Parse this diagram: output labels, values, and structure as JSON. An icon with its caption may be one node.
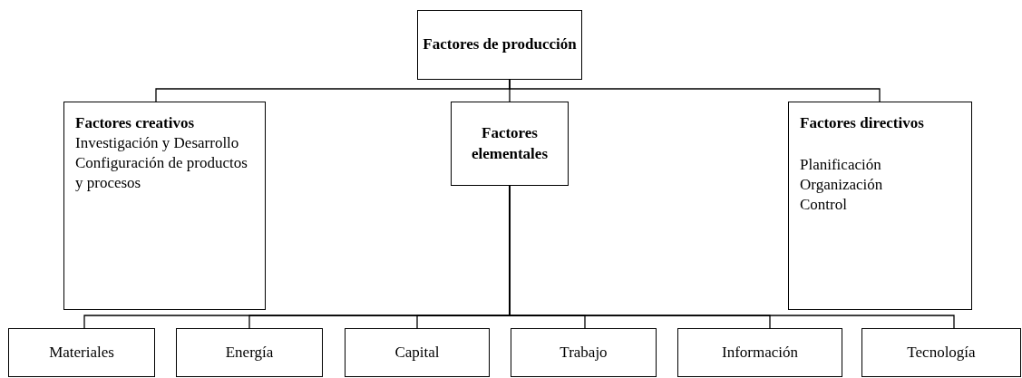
{
  "diagram": {
    "nodes": [
      {
        "text": [
          "Factores de producción"
        ]
      },
      {
        "text": [
          "Factores creativos",
          "Investigación y Desarrollo",
          "Configuración de productos y procesos"
        ]
      },
      {
        "text": [
          "Factores elementales"
        ]
      },
      {
        "text": [
          "Factores directivos",
          "Planificación",
          "Organización",
          "Control"
        ]
      },
      {
        "text": [
          "Materiales"
        ]
      },
      {
        "text": [
          "Energía"
        ]
      },
      {
        "text": [
          "Capital"
        ]
      },
      {
        "text": [
          "Trabajo"
        ]
      },
      {
        "text": [
          "Información"
        ]
      },
      {
        "text": [
          "Tecnología"
        ]
      }
    ],
    "edges": [
      {
        "from": 0,
        "to": 1,
        "arrow": "none"
      },
      {
        "from": 0,
        "to": 2,
        "arrow": "none"
      },
      {
        "from": 0,
        "to": 3,
        "arrow": "none"
      },
      {
        "from": 2,
        "to": 4,
        "arrow": "none"
      },
      {
        "from": 2,
        "to": 5,
        "arrow": "none"
      },
      {
        "from": 2,
        "to": 6,
        "arrow": "none"
      },
      {
        "from": 2,
        "to": 7,
        "arrow": "none"
      },
      {
        "from": 2,
        "to": 8,
        "arrow": "none"
      },
      {
        "from": 2,
        "to": 9,
        "arrow": "none"
      }
    ]
  }
}
